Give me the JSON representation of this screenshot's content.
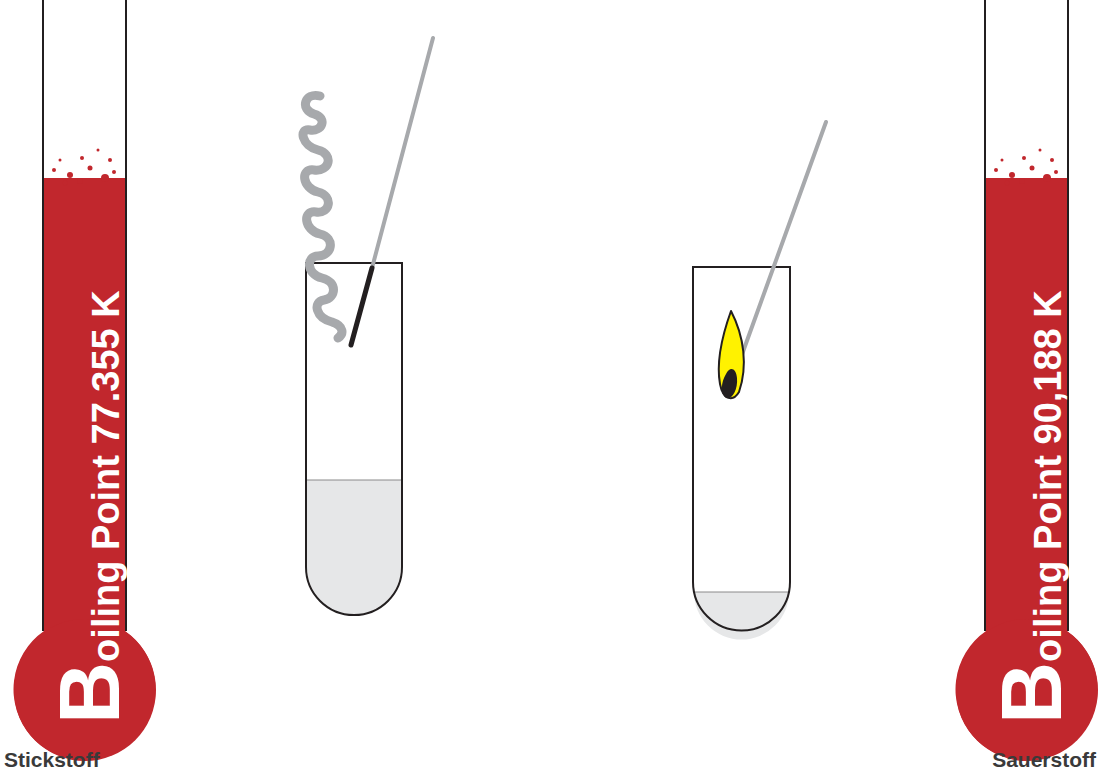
{
  "diagram": {
    "nodes": [
      {
        "text": [
          "Boiling Point 77.355 K"
        ]
      },
      {
        "text": [
          "Boiling Point 90,188 K"
        ]
      }
    ],
    "labels": [
      "Stickstoff",
      "Sauerstoff"
    ]
  }
}
